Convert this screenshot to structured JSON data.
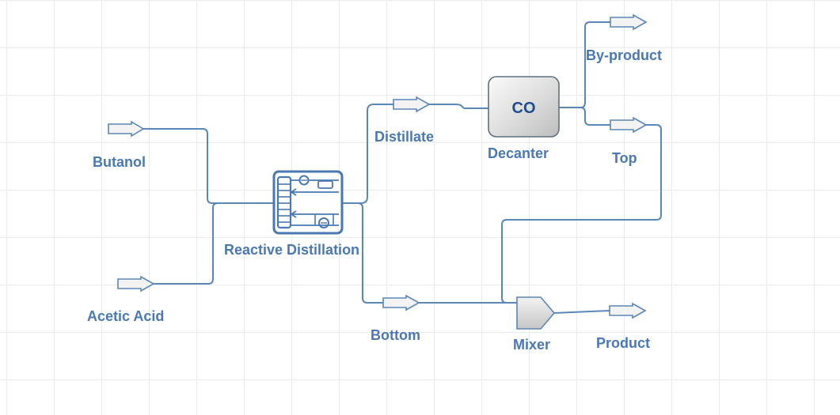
{
  "streams": {
    "butanol": "Butanol",
    "acetic_acid": "Acetic Acid",
    "distillate": "Distillate",
    "bottom": "Bottom",
    "by_product": "By-product",
    "top": "Top",
    "product": "Product"
  },
  "units": {
    "reactive_distillation": "Reactive Distillation",
    "decanter": "Decanter",
    "decanter_code": "CO",
    "mixer": "Mixer"
  },
  "icons": {
    "stream": "stream-arrow-icon",
    "reactive_distillation": "reactive-distillation-column-icon",
    "decanter": "decanter-vessel-icon",
    "mixer": "mixer-icon"
  },
  "colors": {
    "line": "#5b87b8",
    "label": "#4a78b4",
    "grid": "#e9ecef",
    "stream_fill": "#f3f3f3"
  }
}
